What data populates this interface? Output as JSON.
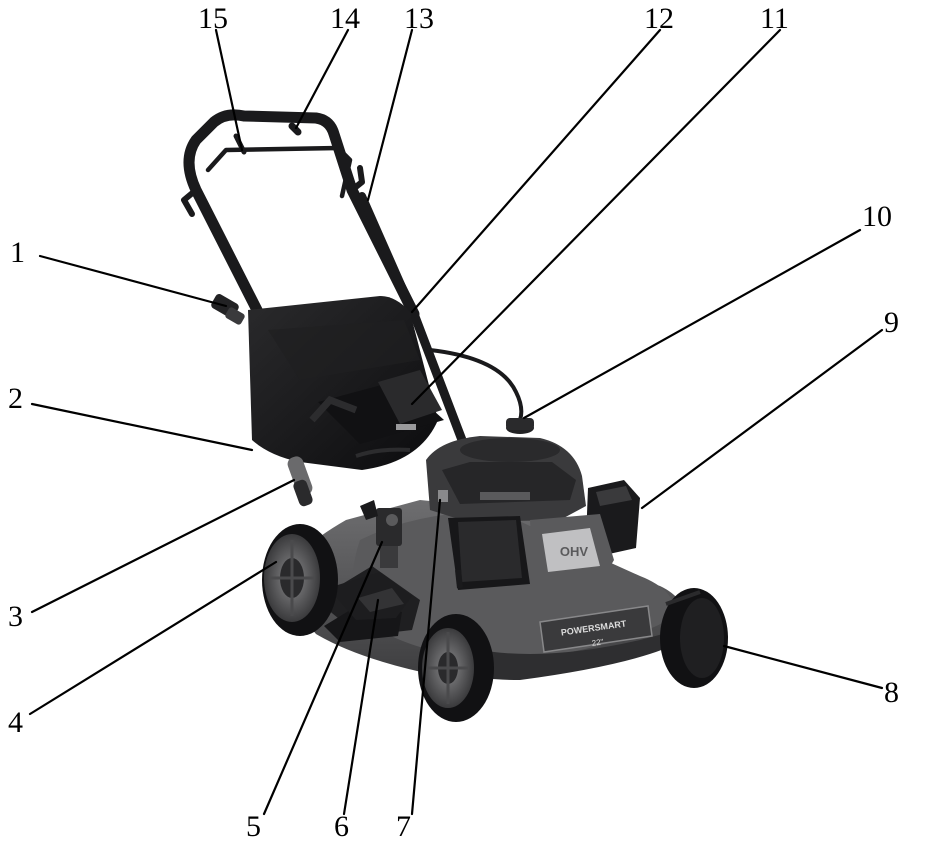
{
  "diagram": {
    "subject": "lawn-mower",
    "background_color": "#ffffff",
    "colors": {
      "deck": "#58585a",
      "deck_dark": "#2a2a2c",
      "bag": "#171719",
      "frame": "#1a1a1c",
      "engine": "#3a3a3c",
      "tire": "#111113",
      "hub": "#6a6a6c",
      "line": "#000000"
    },
    "deck_badge_text": "POWERSMART",
    "deck_size_text": "22\"",
    "engine_label_text": "OHV",
    "callouts": [
      {
        "id": "1",
        "label": "1"
      },
      {
        "id": "2",
        "label": "2"
      },
      {
        "id": "3",
        "label": "3"
      },
      {
        "id": "4",
        "label": "4"
      },
      {
        "id": "5",
        "label": "5"
      },
      {
        "id": "6",
        "label": "6"
      },
      {
        "id": "7",
        "label": "7"
      },
      {
        "id": "8",
        "label": "8"
      },
      {
        "id": "9",
        "label": "9"
      },
      {
        "id": "10",
        "label": "10"
      },
      {
        "id": "11",
        "label": "11"
      },
      {
        "id": "12",
        "label": "12"
      },
      {
        "id": "13",
        "label": "13"
      },
      {
        "id": "14",
        "label": "14"
      },
      {
        "id": "15",
        "label": "15"
      }
    ]
  }
}
